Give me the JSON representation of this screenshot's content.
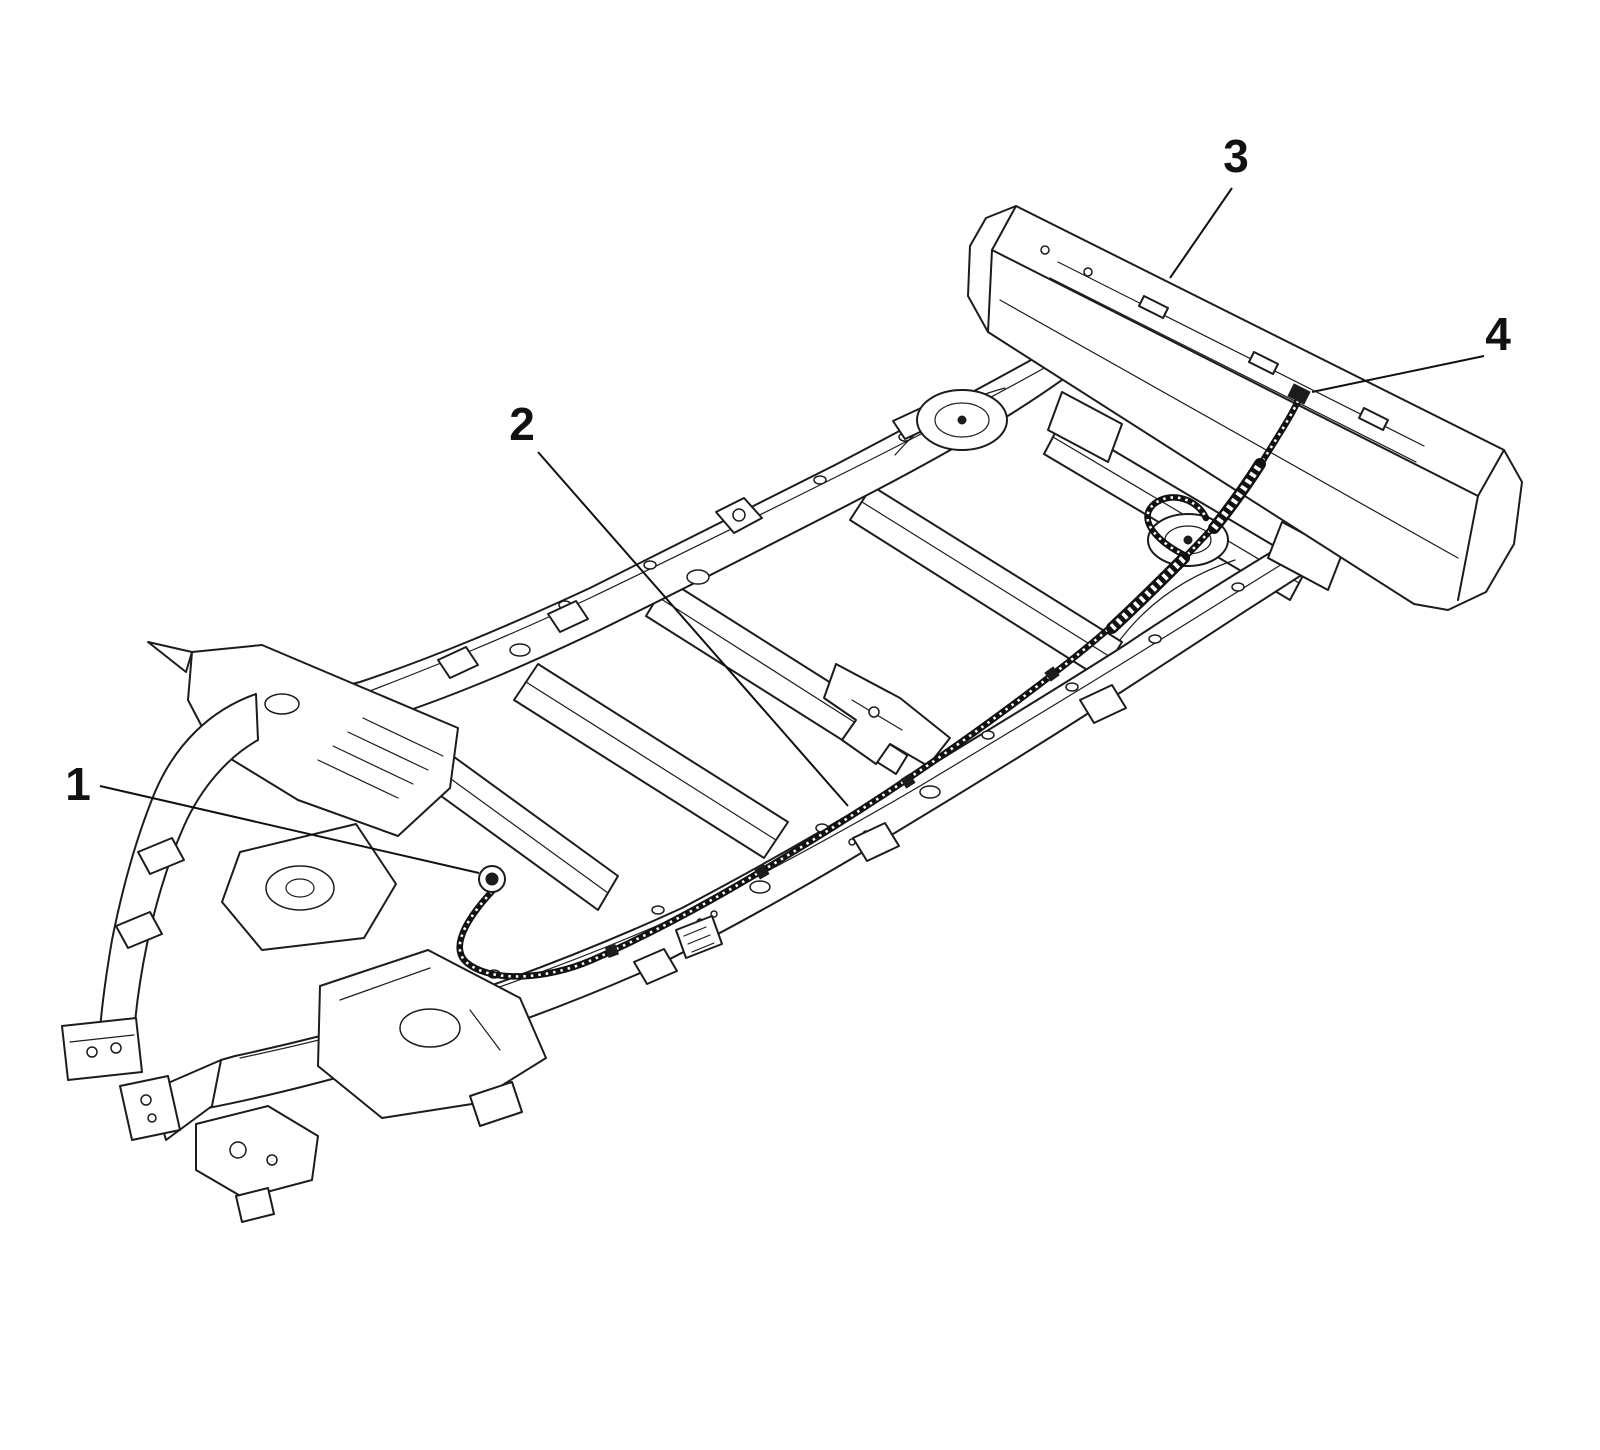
{
  "figure": {
    "background": "#ffffff",
    "line_color": "#1c1c1c",
    "harness_color": "#111111"
  },
  "callouts": [
    {
      "label": "1"
    },
    {
      "label": "2"
    },
    {
      "label": "3"
    },
    {
      "label": "4"
    }
  ]
}
